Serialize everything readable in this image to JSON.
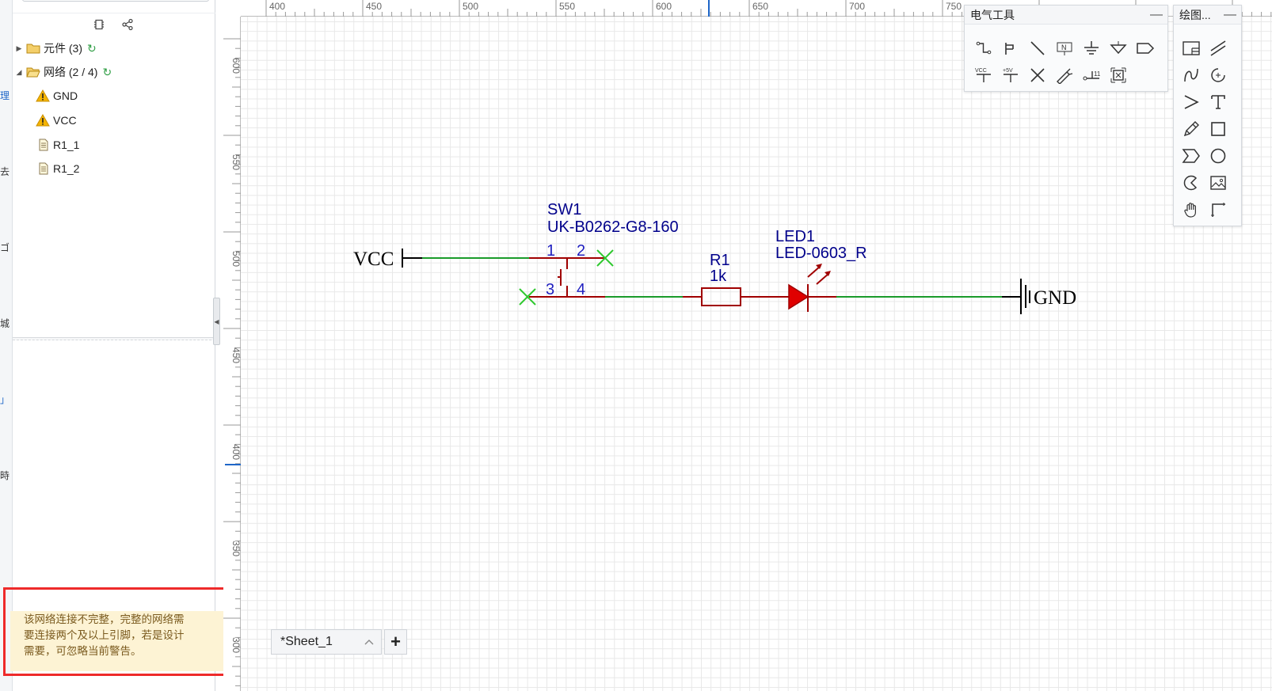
{
  "left_strip": {
    "chars": [
      "理",
      "去",
      "ゴ",
      "城",
      "」",
      "時"
    ]
  },
  "tree": {
    "components": {
      "label": "元件 (3)"
    },
    "nets": {
      "label": "网络 (2 / 4)"
    },
    "net_items": [
      {
        "label": "GND",
        "icon": "warning-icon"
      },
      {
        "label": "VCC",
        "icon": "warning-icon"
      },
      {
        "label": "R1_1",
        "icon": "document-icon"
      },
      {
        "label": "R1_2",
        "icon": "document-icon"
      }
    ]
  },
  "warning": {
    "line1": "该网络连接不完整，完整的网络需",
    "line2": "要连接两个及以上引脚，若是设计",
    "line3": "需要，可忽略当前警告。"
  },
  "ruler": {
    "h_labels": [
      "400",
      "450",
      "500",
      "550",
      "600",
      "650",
      "700",
      "750"
    ],
    "v_labels": [
      "600",
      "550",
      "500",
      "450",
      "400",
      "350",
      "300"
    ]
  },
  "toolbars": {
    "electrical": {
      "title": "电气工具"
    },
    "drawing": {
      "title": "绘图..."
    },
    "vcc_btn": "VCC",
    "plus5v_btn": "+5V"
  },
  "schematic": {
    "vcc_label": "VCC",
    "gnd_label": "GND",
    "sw": {
      "ref": "SW1",
      "value": "UK-B0262-G8-160",
      "pin1": "1",
      "pin2": "2",
      "pin3": "3",
      "pin4": "4"
    },
    "r": {
      "ref": "R1",
      "value": "1k"
    },
    "led": {
      "ref": "LED1",
      "value": "LED-0603_R"
    }
  },
  "sheet": {
    "tab_label": "*Sheet_1",
    "add_label": "+"
  },
  "colors": {
    "wire": "#1a9b2a",
    "part": "#a00000",
    "pin_text": "#1f1fbf",
    "accent_red": "#ee2a2a"
  }
}
